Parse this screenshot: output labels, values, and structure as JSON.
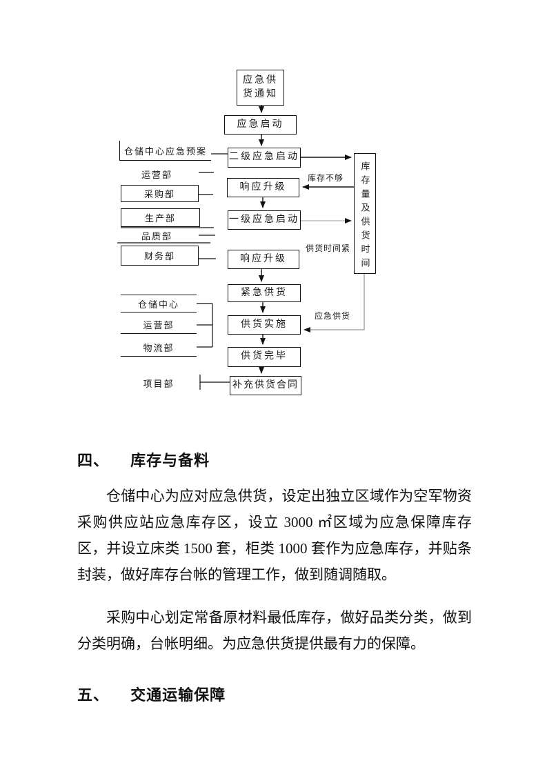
{
  "colors": {
    "ink": "#111111",
    "background": "#ffffff",
    "thin_line": "#888888"
  },
  "flowchart": {
    "nodes": {
      "notify": "应急供货通知",
      "start": "应急启动",
      "level2_start": "二级应急启动",
      "upgrade_1": "响应升级",
      "level1_start": "一级应急启动",
      "upgrade_2": "响应升级",
      "urgent_supply": "紧急供货",
      "supply_implement": "供货实施",
      "supply_complete": "供货完毕",
      "supplement_contract": "补充供货合同",
      "inventory_time": "库存量及供货时间"
    },
    "dept_labels_top": [
      "仓储中心应急预案",
      "运营部",
      "采购部",
      "生产部",
      "品质部",
      "财务部"
    ],
    "dept_labels_bottom": [
      "仓储中心",
      "运营部",
      "物流部",
      "项目部"
    ],
    "edge_labels": {
      "insufficient_stock": "库存不够",
      "supply_time_tight": "供货时间紧",
      "emergency_supply": "应急供货"
    }
  },
  "sections": [
    {
      "num": "四、",
      "title": "库存与备料",
      "paragraphs": [
        "仓储中心为应对应急供货，设定出独立区域作为空军物资采购供应站应急库存区，设立 3000 ㎡区域为应急保障库存区，并设立床类 1500 套，柜类 1000 套作为应急库存，并贴条封装，做好库存台帐的管理工作，做到随调随取。",
        "采购中心划定常备原材料最低库存，做好品类分类，做到分类明确，台帐明细。为应急供货提供最有力的保障。"
      ]
    },
    {
      "num": "五、",
      "title": "交通运输保障",
      "paragraphs": []
    }
  ]
}
